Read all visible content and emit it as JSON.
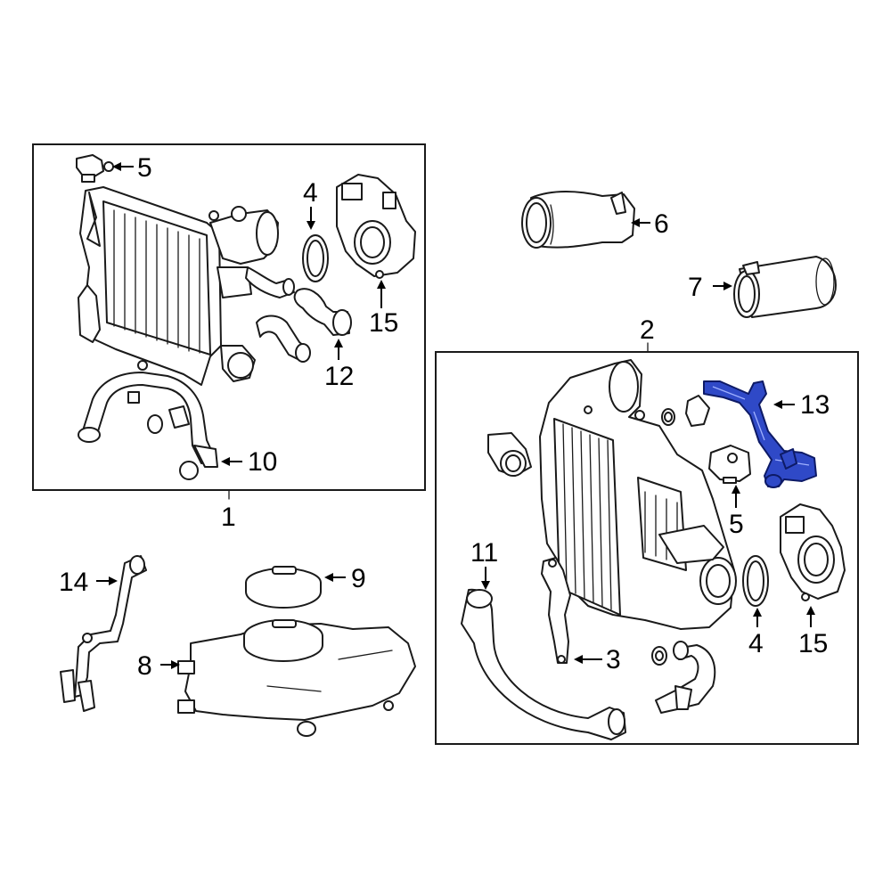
{
  "diagram": {
    "highlight_color": "#2f49c7",
    "callouts": {
      "c1": "1",
      "c2": "2",
      "c3": "3",
      "c4a": "4",
      "c4b": "4",
      "c5a": "5",
      "c5b": "5",
      "c6": "6",
      "c7": "7",
      "c8": "8",
      "c9": "9",
      "c10": "10",
      "c11": "11",
      "c12": "12",
      "c13": "13",
      "c14": "14",
      "c15a": "15",
      "c15b": "15"
    }
  }
}
